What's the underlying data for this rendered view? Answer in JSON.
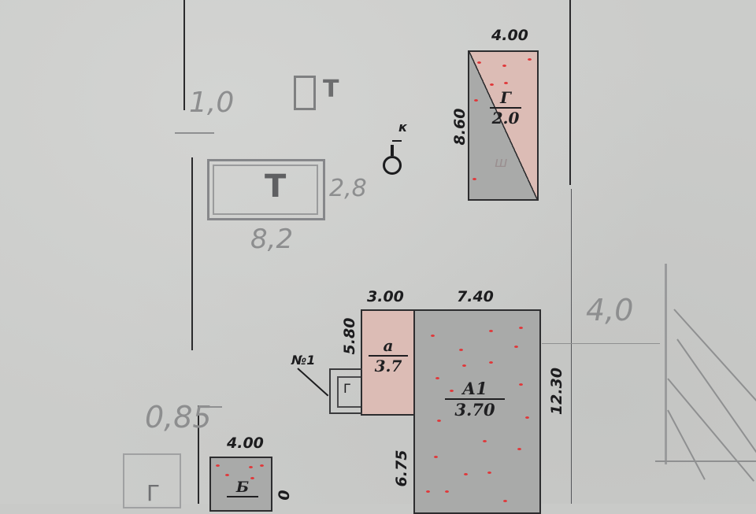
{
  "document": {
    "type": "hand-drawn site plan",
    "colors": {
      "paper": "#cbccca",
      "ink": "#1c1c1e",
      "pencil": "#8d8e8f",
      "pink_fill": "#dcbcb5",
      "gray_fill": "#a9aaa9",
      "red_dots": "#e0383a"
    }
  },
  "structures": {
    "garage_g": {
      "letter": "Г",
      "floors": "2.0",
      "width": "4.00",
      "length": "8.60",
      "note": "ш"
    },
    "main_house_a1": {
      "letter": "А1",
      "value": "3.70",
      "width": "7.40",
      "length": "12.30",
      "side": "6.75"
    },
    "annex_a": {
      "letter": "а",
      "value": "3.7",
      "width": "3.00",
      "length": "5.80"
    },
    "porch": {
      "label": "№1",
      "symbol": "Г"
    },
    "shed_b": {
      "letter": "Б",
      "width": "4.00",
      "side": "0"
    }
  },
  "markers": {
    "well_label": "к"
  },
  "pencil_notes": {
    "toilet_small": "Т",
    "greenhouse": {
      "letter": "Т",
      "width": "8,2",
      "height": "2,8"
    },
    "dim_left": "1,0",
    "dim_bottom_left": "0,85",
    "dim_right": "4,0",
    "bottom_left_letter": "Г"
  }
}
